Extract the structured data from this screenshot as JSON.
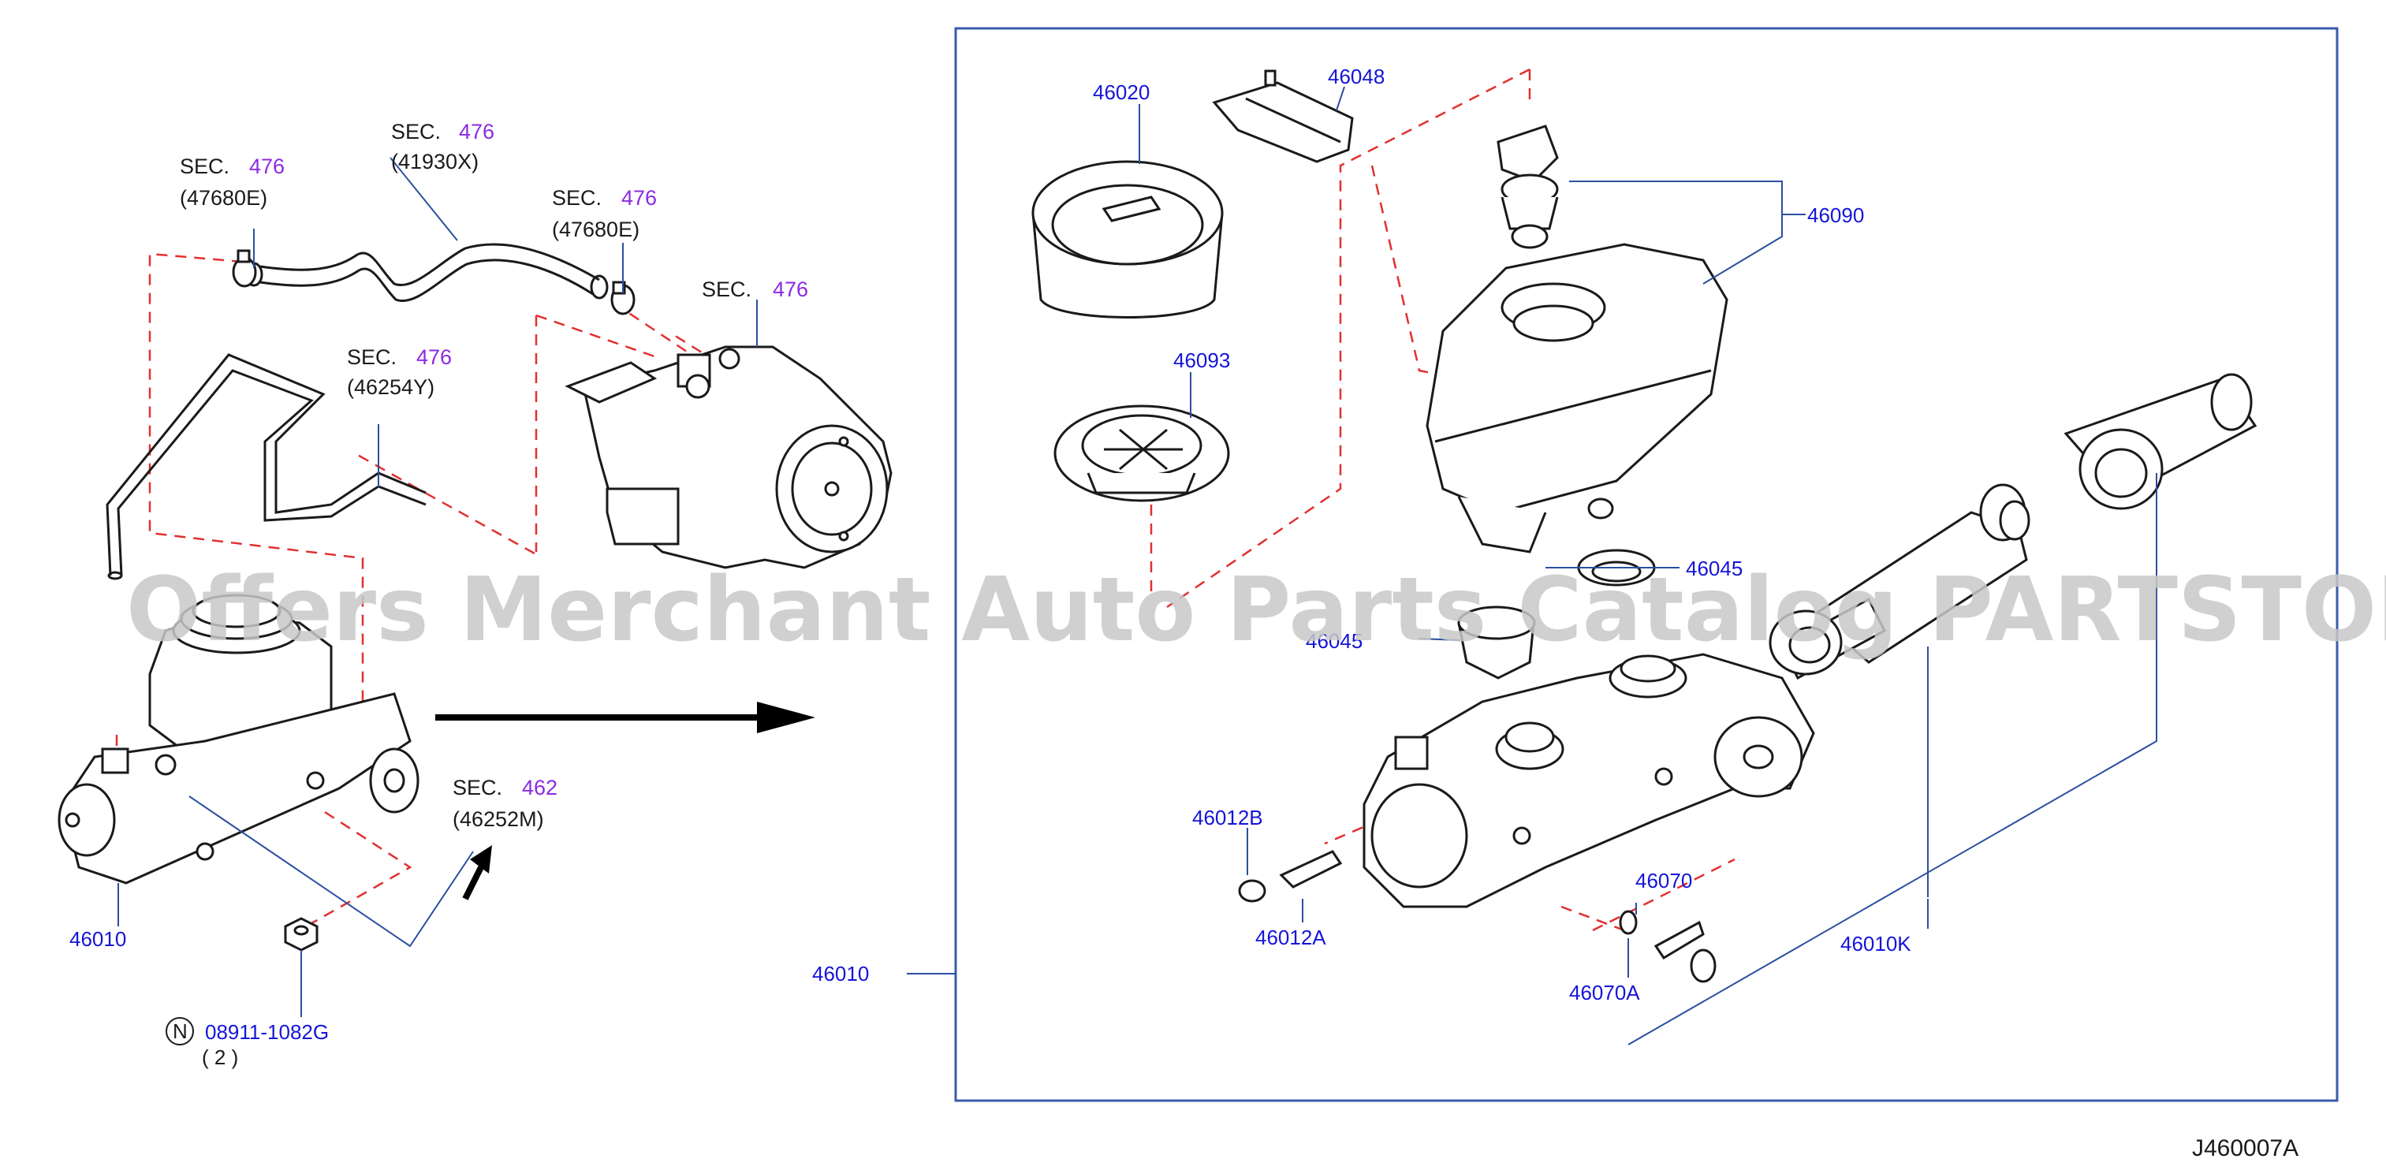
{
  "colors": {
    "line": "#1a1a1a",
    "leader": "#2b4fa0",
    "dash": "#e23030",
    "part_number": "#1515d8",
    "sec_number": "#8a2be2",
    "frame": "#3a5cae",
    "watermark": "#c8c8c8"
  },
  "watermark": "Offers Merchant Auto Parts Catalog PARTSTORE.SA",
  "diagram_code": "J460007A",
  "callouts": {
    "sec_47680e_a": {
      "prefix": "SEC.",
      "number": "476",
      "code": "(47680E)"
    },
    "sec_41930x": {
      "prefix": "SEC.",
      "number": "476",
      "code": "(41930X)"
    },
    "sec_47680e_b": {
      "prefix": "SEC.",
      "number": "476",
      "code": "(47680E)"
    },
    "sec_476": {
      "prefix": "SEC.",
      "number": "476"
    },
    "sec_46254y": {
      "prefix": "SEC.",
      "number": "476",
      "code": "(46254Y)"
    },
    "sec_46252m": {
      "prefix": "SEC.",
      "number": "462",
      "code": "(46252M)"
    }
  },
  "parts": {
    "p46010_left": "46010",
    "nut_number": "08911-1082G",
    "nut_symbol": "N",
    "nut_qty": "( 2 )",
    "p46020": "46020",
    "p46048": "46048",
    "p46090": "46090",
    "p46093": "46093",
    "p46045_a": "46045",
    "p46045_b": "46045",
    "p46012b": "46012B",
    "p46012a": "46012A",
    "p46070": "46070",
    "p46070a": "46070A",
    "p46010k": "46010K",
    "p46010_right": "46010"
  }
}
